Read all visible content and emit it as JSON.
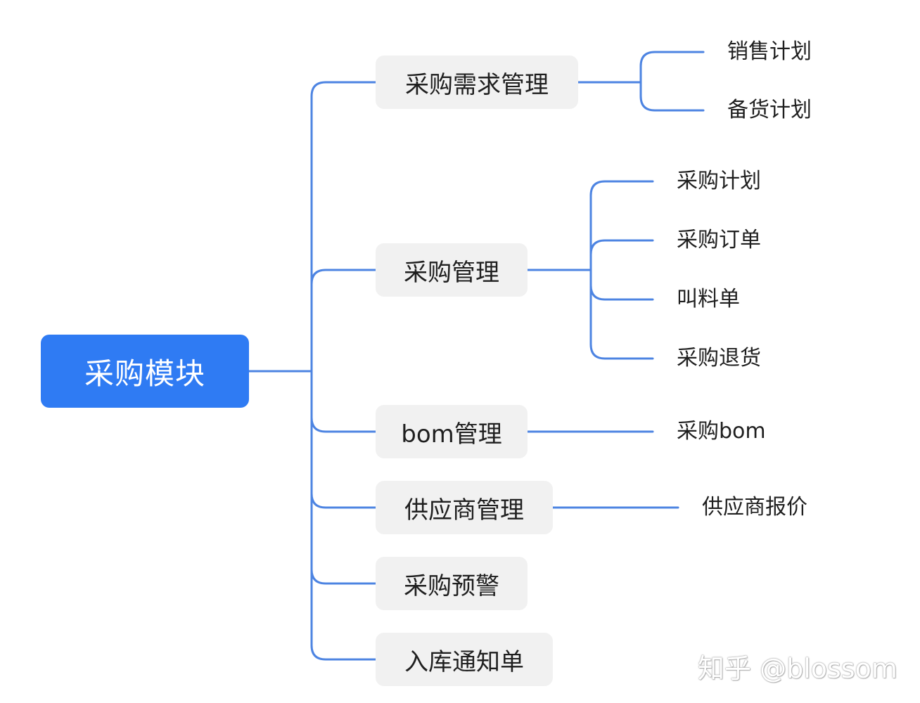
{
  "colors": {
    "root_bg": "#2f7bf3",
    "branch_bg": "#f1f1f1",
    "link": "#4d84e2",
    "text": "#1f1f1f"
  },
  "root": {
    "label": "采购模块"
  },
  "branches": [
    {
      "label": "采购需求管理",
      "children": [
        "销售计划",
        "备货计划"
      ]
    },
    {
      "label": "采购管理",
      "children": [
        "采购计划",
        "采购订单",
        "叫料单",
        "采购退货"
      ]
    },
    {
      "label": "bom管理",
      "children": [
        "采购bom"
      ]
    },
    {
      "label": "供应商管理",
      "children": [
        "供应商报价"
      ]
    },
    {
      "label": "采购预警",
      "children": []
    },
    {
      "label": "入库通知单",
      "children": []
    }
  ],
  "watermark": "知乎 @blossom"
}
